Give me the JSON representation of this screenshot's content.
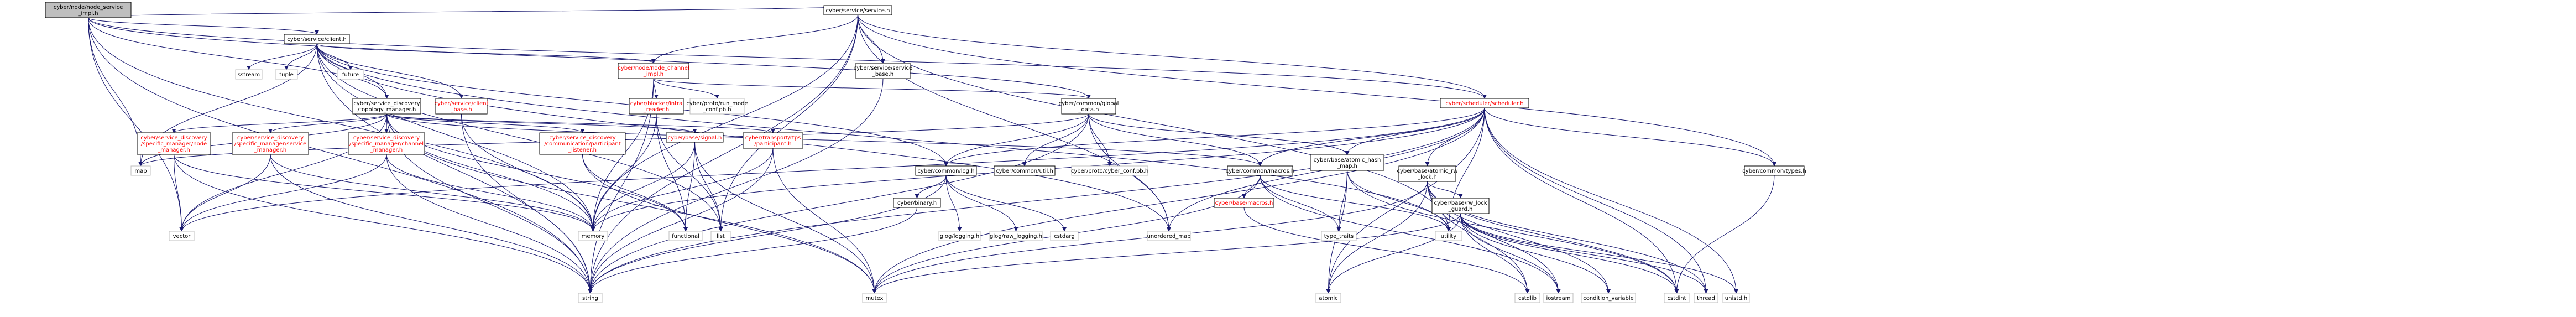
{
  "colors": {
    "root_fill": "#bfbfbf",
    "edge": "#191970",
    "link_text": "#ff0000",
    "leaf_border": "#bfbfbf"
  },
  "nodes": [
    {
      "id": "root",
      "lines": [
        "cyber/node/node_service",
        "_impl.h"
      ],
      "kind": "root"
    },
    {
      "id": "client",
      "lines": [
        "cyber/service/client.h"
      ],
      "kind": "normal"
    },
    {
      "id": "service",
      "lines": [
        "cyber/service/service.h"
      ],
      "kind": "normal"
    },
    {
      "id": "node_channel_impl",
      "lines": [
        "cyber/node/node_channel",
        "_impl.h"
      ],
      "kind": "red"
    },
    {
      "id": "topology_manager",
      "lines": [
        "cyber/service_discovery",
        "/topology_manager.h"
      ],
      "kind": "normal"
    },
    {
      "id": "client_base",
      "lines": [
        "cyber/service/client",
        "_base.h"
      ],
      "kind": "red"
    },
    {
      "id": "intra_reader",
      "lines": [
        "cyber/blocker/intra",
        "_reader.h"
      ],
      "kind": "red"
    },
    {
      "id": "run_mode_conf",
      "lines": [
        "cyber/proto/run_mode",
        "_conf.pb.h"
      ],
      "kind": "leaf"
    },
    {
      "id": "service_base",
      "lines": [
        "cyber/service/service",
        "_base.h"
      ],
      "kind": "normal"
    },
    {
      "id": "global_data",
      "lines": [
        "cyber/common/global",
        "_data.h"
      ],
      "kind": "normal"
    },
    {
      "id": "scheduler",
      "lines": [
        "cyber/scheduler/scheduler.h"
      ],
      "kind": "red"
    },
    {
      "id": "node_manager",
      "lines": [
        "cyber/service_discovery",
        "/specific_manager/node",
        "_manager.h"
      ],
      "kind": "red"
    },
    {
      "id": "service_manager",
      "lines": [
        "cyber/service_discovery",
        "/specific_manager/service",
        "_manager.h"
      ],
      "kind": "red"
    },
    {
      "id": "channel_manager",
      "lines": [
        "cyber/service_discovery",
        "/specific_manager/channel",
        "_manager.h"
      ],
      "kind": "red"
    },
    {
      "id": "participant_listener",
      "lines": [
        "cyber/service_discovery",
        "/communication/participant",
        "_listener.h"
      ],
      "kind": "red"
    },
    {
      "id": "signal",
      "lines": [
        "cyber/base/signal.h"
      ],
      "kind": "red"
    },
    {
      "id": "transport_participant",
      "lines": [
        "cyber/transport/rtps",
        "/participant.h"
      ],
      "kind": "red"
    },
    {
      "id": "log",
      "lines": [
        "cyber/common/log.h"
      ],
      "kind": "normal"
    },
    {
      "id": "util",
      "lines": [
        "cyber/common/util.h"
      ],
      "kind": "normal"
    },
    {
      "id": "cyber_conf",
      "lines": [
        "cyber/proto/cyber_conf.pb.h"
      ],
      "kind": "leaf"
    },
    {
      "id": "macros",
      "lines": [
        "cyber/common/macros.h"
      ],
      "kind": "normal"
    },
    {
      "id": "atomic_hash_map",
      "lines": [
        "cyber/base/atomic_hash",
        "_map.h"
      ],
      "kind": "normal"
    },
    {
      "id": "atomic_rw_lock",
      "lines": [
        "cyber/base/atomic_rw",
        "_lock.h"
      ],
      "kind": "normal"
    },
    {
      "id": "types",
      "lines": [
        "cyber/common/types.h"
      ],
      "kind": "normal"
    },
    {
      "id": "binary",
      "lines": [
        "cyber/binary.h"
      ],
      "kind": "normal"
    },
    {
      "id": "base_macros",
      "lines": [
        "cyber/base/macros.h"
      ],
      "kind": "red"
    },
    {
      "id": "rw_lock_guard",
      "lines": [
        "cyber/base/rw_lock",
        "_guard.h"
      ],
      "kind": "normal"
    },
    {
      "id": "sstream",
      "lines": [
        "sstream"
      ],
      "kind": "leaf"
    },
    {
      "id": "tuple",
      "lines": [
        "tuple"
      ],
      "kind": "leaf"
    },
    {
      "id": "utility",
      "lines": [
        "utility"
      ],
      "kind": "leaf"
    },
    {
      "id": "future",
      "lines": [
        "future"
      ],
      "kind": "leaf"
    },
    {
      "id": "map",
      "lines": [
        "map"
      ],
      "kind": "leaf"
    },
    {
      "id": "vector",
      "lines": [
        "vector"
      ],
      "kind": "leaf"
    },
    {
      "id": "memory",
      "lines": [
        "memory"
      ],
      "kind": "leaf"
    },
    {
      "id": "functional",
      "lines": [
        "functional"
      ],
      "kind": "leaf"
    },
    {
      "id": "list",
      "lines": [
        "list"
      ],
      "kind": "leaf"
    },
    {
      "id": "string",
      "lines": [
        "string"
      ],
      "kind": "leaf"
    },
    {
      "id": "glog_logging",
      "lines": [
        "glog/logging.h"
      ],
      "kind": "leaf"
    },
    {
      "id": "glog_raw_logging",
      "lines": [
        "glog/raw_logging.h"
      ],
      "kind": "leaf"
    },
    {
      "id": "cstdarg",
      "lines": [
        "cstdarg"
      ],
      "kind": "leaf"
    },
    {
      "id": "unordered_map",
      "lines": [
        "unordered_map"
      ],
      "kind": "leaf"
    },
    {
      "id": "mutex",
      "lines": [
        "mutex"
      ],
      "kind": "leaf"
    },
    {
      "id": "type_traits",
      "lines": [
        "type_traits"
      ],
      "kind": "leaf"
    },
    {
      "id": "atomic",
      "lines": [
        "atomic"
      ],
      "kind": "leaf"
    },
    {
      "id": "cstdlib",
      "lines": [
        "cstdlib"
      ],
      "kind": "leaf"
    },
    {
      "id": "iostream",
      "lines": [
        "iostream"
      ],
      "kind": "leaf"
    },
    {
      "id": "condition_variable",
      "lines": [
        "condition_variable"
      ],
      "kind": "leaf"
    },
    {
      "id": "cstdint",
      "lines": [
        "cstdint"
      ],
      "kind": "leaf"
    },
    {
      "id": "thread",
      "lines": [
        "thread"
      ],
      "kind": "leaf"
    },
    {
      "id": "unistd",
      "lines": [
        "unistd.h"
      ],
      "kind": "leaf"
    }
  ],
  "edges": [
    [
      "root",
      "client"
    ],
    [
      "root",
      "service"
    ],
    [
      "root",
      "string"
    ],
    [
      "root",
      "vector"
    ],
    [
      "root",
      "memory"
    ],
    [
      "root",
      "map"
    ],
    [
      "root",
      "topology_manager"
    ],
    [
      "root",
      "scheduler"
    ],
    [
      "root",
      "global_data"
    ],
    [
      "client",
      "sstream"
    ],
    [
      "client",
      "tuple"
    ],
    [
      "client",
      "utility"
    ],
    [
      "client",
      "future"
    ],
    [
      "client",
      "memory"
    ],
    [
      "client",
      "string"
    ],
    [
      "client",
      "node_channel_impl"
    ],
    [
      "client",
      "client_base"
    ],
    [
      "client",
      "topology_manager"
    ],
    [
      "client",
      "log"
    ],
    [
      "client",
      "map"
    ],
    [
      "client",
      "unordered_map"
    ],
    [
      "client",
      "list"
    ],
    [
      "service",
      "node_channel_impl"
    ],
    [
      "service",
      "service_base"
    ],
    [
      "service",
      "scheduler"
    ],
    [
      "service",
      "types"
    ],
    [
      "service",
      "string"
    ],
    [
      "service",
      "memory"
    ],
    [
      "service",
      "utility"
    ],
    [
      "service",
      "list"
    ],
    [
      "service",
      "unordered_map"
    ],
    [
      "node_channel_impl",
      "intra_reader"
    ],
    [
      "node_channel_impl",
      "run_mode_conf"
    ],
    [
      "node_channel_impl",
      "global_data"
    ],
    [
      "node_channel_impl",
      "memory"
    ],
    [
      "node_channel_impl",
      "string"
    ],
    [
      "topology_manager",
      "node_manager"
    ],
    [
      "topology_manager",
      "service_manager"
    ],
    [
      "topology_manager",
      "channel_manager"
    ],
    [
      "topology_manager",
      "participant_listener"
    ],
    [
      "topology_manager",
      "signal"
    ],
    [
      "topology_manager",
      "transport_participant"
    ],
    [
      "topology_manager",
      "macros"
    ],
    [
      "topology_manager",
      "memory"
    ],
    [
      "topology_manager",
      "map"
    ],
    [
      "topology_manager",
      "string"
    ],
    [
      "topology_manager",
      "functional"
    ],
    [
      "topology_manager",
      "vector"
    ],
    [
      "topology_manager",
      "mutex"
    ],
    [
      "client_base",
      "string"
    ],
    [
      "client_base",
      "memory"
    ],
    [
      "intra_reader",
      "functional"
    ],
    [
      "intra_reader",
      "list"
    ],
    [
      "intra_reader",
      "memory"
    ],
    [
      "service_base",
      "string"
    ],
    [
      "global_data",
      "string"
    ],
    [
      "global_data",
      "unordered_map"
    ],
    [
      "global_data",
      "log"
    ],
    [
      "global_data",
      "util"
    ],
    [
      "global_data",
      "macros"
    ],
    [
      "global_data",
      "atomic_hash_map"
    ],
    [
      "global_data",
      "cyber_conf"
    ],
    [
      "global_data",
      "map"
    ],
    [
      "scheduler",
      "log"
    ],
    [
      "scheduler",
      "macros"
    ],
    [
      "scheduler",
      "types"
    ],
    [
      "scheduler",
      "atomic_hash_map"
    ],
    [
      "scheduler",
      "atomic_rw_lock"
    ],
    [
      "scheduler",
      "memory"
    ],
    [
      "scheduler",
      "string"
    ],
    [
      "scheduler",
      "unordered_map"
    ],
    [
      "scheduler",
      "vector"
    ],
    [
      "scheduler",
      "mutex"
    ],
    [
      "scheduler",
      "thread"
    ],
    [
      "scheduler",
      "unistd"
    ],
    [
      "scheduler",
      "utility"
    ],
    [
      "scheduler",
      "atomic"
    ],
    [
      "scheduler",
      "cstdint"
    ],
    [
      "node_manager",
      "memory"
    ],
    [
      "node_manager",
      "string"
    ],
    [
      "node_manager",
      "vector"
    ],
    [
      "service_manager",
      "memory"
    ],
    [
      "service_manager",
      "string"
    ],
    [
      "service_manager",
      "vector"
    ],
    [
      "channel_manager",
      "memory"
    ],
    [
      "channel_manager",
      "string"
    ],
    [
      "channel_manager",
      "vector"
    ],
    [
      "participant_listener",
      "functional"
    ],
    [
      "participant_listener",
      "mutex"
    ],
    [
      "signal",
      "functional"
    ],
    [
      "signal",
      "list"
    ],
    [
      "signal",
      "memory"
    ],
    [
      "signal",
      "mutex"
    ],
    [
      "transport_participant",
      "memory"
    ],
    [
      "transport_participant",
      "mutex"
    ],
    [
      "transport_participant",
      "string"
    ],
    [
      "log",
      "glog_logging"
    ],
    [
      "log",
      "glog_raw_logging"
    ],
    [
      "log",
      "cstdarg"
    ],
    [
      "log",
      "binary"
    ],
    [
      "log",
      "string"
    ],
    [
      "binary",
      "string"
    ],
    [
      "macros",
      "base_macros"
    ],
    [
      "macros",
      "type_traits"
    ],
    [
      "macros",
      "utility"
    ],
    [
      "macros",
      "iostream"
    ],
    [
      "macros",
      "mutex"
    ],
    [
      "base_macros",
      "cstdlib"
    ],
    [
      "atomic_hash_map",
      "atomic"
    ],
    [
      "atomic_hash_map",
      "cstdint"
    ],
    [
      "atomic_hash_map",
      "type_traits"
    ],
    [
      "atomic_hash_map",
      "utility"
    ],
    [
      "atomic_rw_lock",
      "rw_lock_guard"
    ],
    [
      "atomic_rw_lock",
      "atomic"
    ],
    [
      "atomic_rw_lock",
      "condition_variable"
    ],
    [
      "atomic_rw_lock",
      "cstdint"
    ],
    [
      "atomic_rw_lock",
      "cstdlib"
    ],
    [
      "atomic_rw_lock",
      "iostream"
    ],
    [
      "atomic_rw_lock",
      "mutex"
    ],
    [
      "atomic_rw_lock",
      "thread"
    ],
    [
      "rw_lock_guard",
      "unistd"
    ],
    [
      "rw_lock_guard",
      "atomic"
    ],
    [
      "rw_lock_guard",
      "condition_variable"
    ],
    [
      "rw_lock_guard",
      "cstdint"
    ],
    [
      "rw_lock_guard",
      "cstdlib"
    ],
    [
      "rw_lock_guard",
      "iostream"
    ],
    [
      "rw_lock_guard",
      "mutex"
    ],
    [
      "rw_lock_guard",
      "thread"
    ],
    [
      "types",
      "cstdint"
    ]
  ]
}
